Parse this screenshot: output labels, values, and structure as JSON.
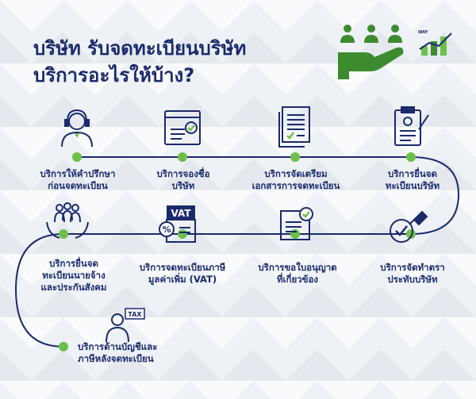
{
  "header": {
    "title_line1": "บริษัท รับจดทะเบียนบริษัท",
    "title_line2": "บริการอะไรให้บ้าง?"
  },
  "logo": {
    "text": "WAY"
  },
  "steps": [
    {
      "line1": "บริการให้คำปรึกษา",
      "line2": "ก่อนจดทะเบียน",
      "line3": "",
      "icon": "consultant-headset-icon"
    },
    {
      "line1": "บริการจองชื่อ",
      "line2": "บริษัท",
      "line3": "",
      "icon": "browser-check-icon"
    },
    {
      "line1": "บริการจัดเตรียม",
      "line2": "เอกสารการจดทะเบียน",
      "line3": "",
      "icon": "document-check-icon"
    },
    {
      "line1": "บริการยื่นจด",
      "line2": "ทะเบียนบริษัท",
      "line3": "",
      "icon": "clipboard-icon"
    },
    {
      "line1": "บริการจัดทำตรา",
      "line2": "ประทับบริษัท",
      "line3": "",
      "icon": "stamp-icon"
    },
    {
      "line1": "บริการขอใบอนุญาต",
      "line2": "ที่เกี่ยวข้อง",
      "line3": "",
      "icon": "license-certificate-icon"
    },
    {
      "line1": "บริการจดทะเบียนภาษี",
      "line2": "มูลค่าเพิ่ม (VAT)",
      "line3": "",
      "icon": "vat-document-icon"
    },
    {
      "line1": "บริการยื่นจด",
      "line2": "ทะเบียนนายจ้าง",
      "line3": "และประกันสังคม",
      "icon": "people-hands-icon"
    },
    {
      "line1": "บริการด้านบัญชีและ",
      "line2": "ภาษีหลังจดทะเบียน",
      "line3": "",
      "icon": "tax-accountant-icon"
    }
  ],
  "colors": {
    "navy": "#1a2a6c",
    "green": "#6cc04a",
    "dark_green": "#3d8b2f"
  }
}
